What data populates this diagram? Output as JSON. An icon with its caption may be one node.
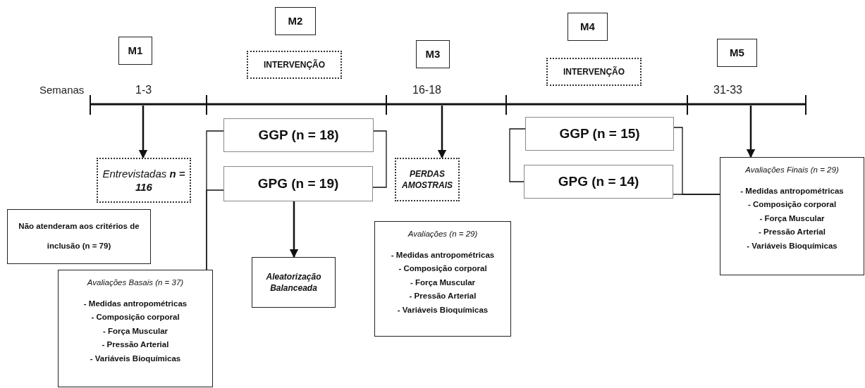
{
  "diagram": {
    "nodes": [
      {
        "text": [
          "M1"
        ]
      },
      {
        "text": [
          "M2"
        ]
      },
      {
        "text": [
          "INTERVENÇÃO"
        ]
      },
      {
        "text": [
          "M3"
        ]
      },
      {
        "text": [
          "M4"
        ]
      },
      {
        "text": [
          "INTERVENÇÃO"
        ]
      },
      {
        "text": [
          "M5"
        ]
      },
      {
        "text": [
          "Entrevistadas **n = 116**"
        ]
      },
      {
        "text": [
          "GGP (n = 18)"
        ]
      },
      {
        "text": [
          "GPG (n = 19)"
        ]
      },
      {
        "text": [
          "PERDAS AMOSTRAIS"
        ]
      },
      {
        "text": [
          "GGP (n = 15)"
        ]
      },
      {
        "text": [
          "GPG (n = 14)"
        ]
      },
      {
        "text": [
          "Avaliações Finais (n = 29)",
          "- Medidas antropométricas",
          "- Composição corporal",
          "- Força Muscular",
          "- Pressão Arterial",
          "- Variáveis Bioquímicas"
        ]
      },
      {
        "text": [
          "Não atenderam aos critérios de inclusão (n = 79)"
        ]
      },
      {
        "text": [
          "Avaliações Basais (n = 37)",
          "- Medidas antropométricas",
          "- Composição corporal",
          "- Força Muscular",
          "- Pressão Arterial",
          "- Variáveis Bioquímicas"
        ]
      },
      {
        "text": [
          "Aleatorização Balanceada"
        ]
      },
      {
        "text": [
          "Avaliações (n = 29)",
          "- Medidas antropométricas",
          "- Composição corporal",
          "- Força Muscular",
          "- Pressão Arterial",
          "- Variáveis Bioquímicas"
        ]
      }
    ],
    "edges": [
      {
        "from": null,
        "to": 7,
        "arrow": "to"
      },
      {
        "from": null,
        "to": 10,
        "arrow": "to"
      },
      {
        "from": null,
        "to": 13,
        "arrow": "to"
      },
      {
        "from": 9,
        "to": 16,
        "arrow": "to"
      },
      {
        "from": 8,
        "to": 15,
        "arrow": "none"
      },
      {
        "from": 9,
        "to": 15,
        "arrow": "none"
      },
      {
        "from": 8,
        "to": 9,
        "arrow": "none"
      },
      {
        "from": 11,
        "to": 12,
        "arrow": "none"
      },
      {
        "from": 11,
        "to": 13,
        "arrow": "none"
      },
      {
        "from": 12,
        "to": 13,
        "arrow": "none"
      }
    ],
    "labels": [
      "Semanas",
      "1-3",
      "16-18",
      "31-33"
    ]
  }
}
